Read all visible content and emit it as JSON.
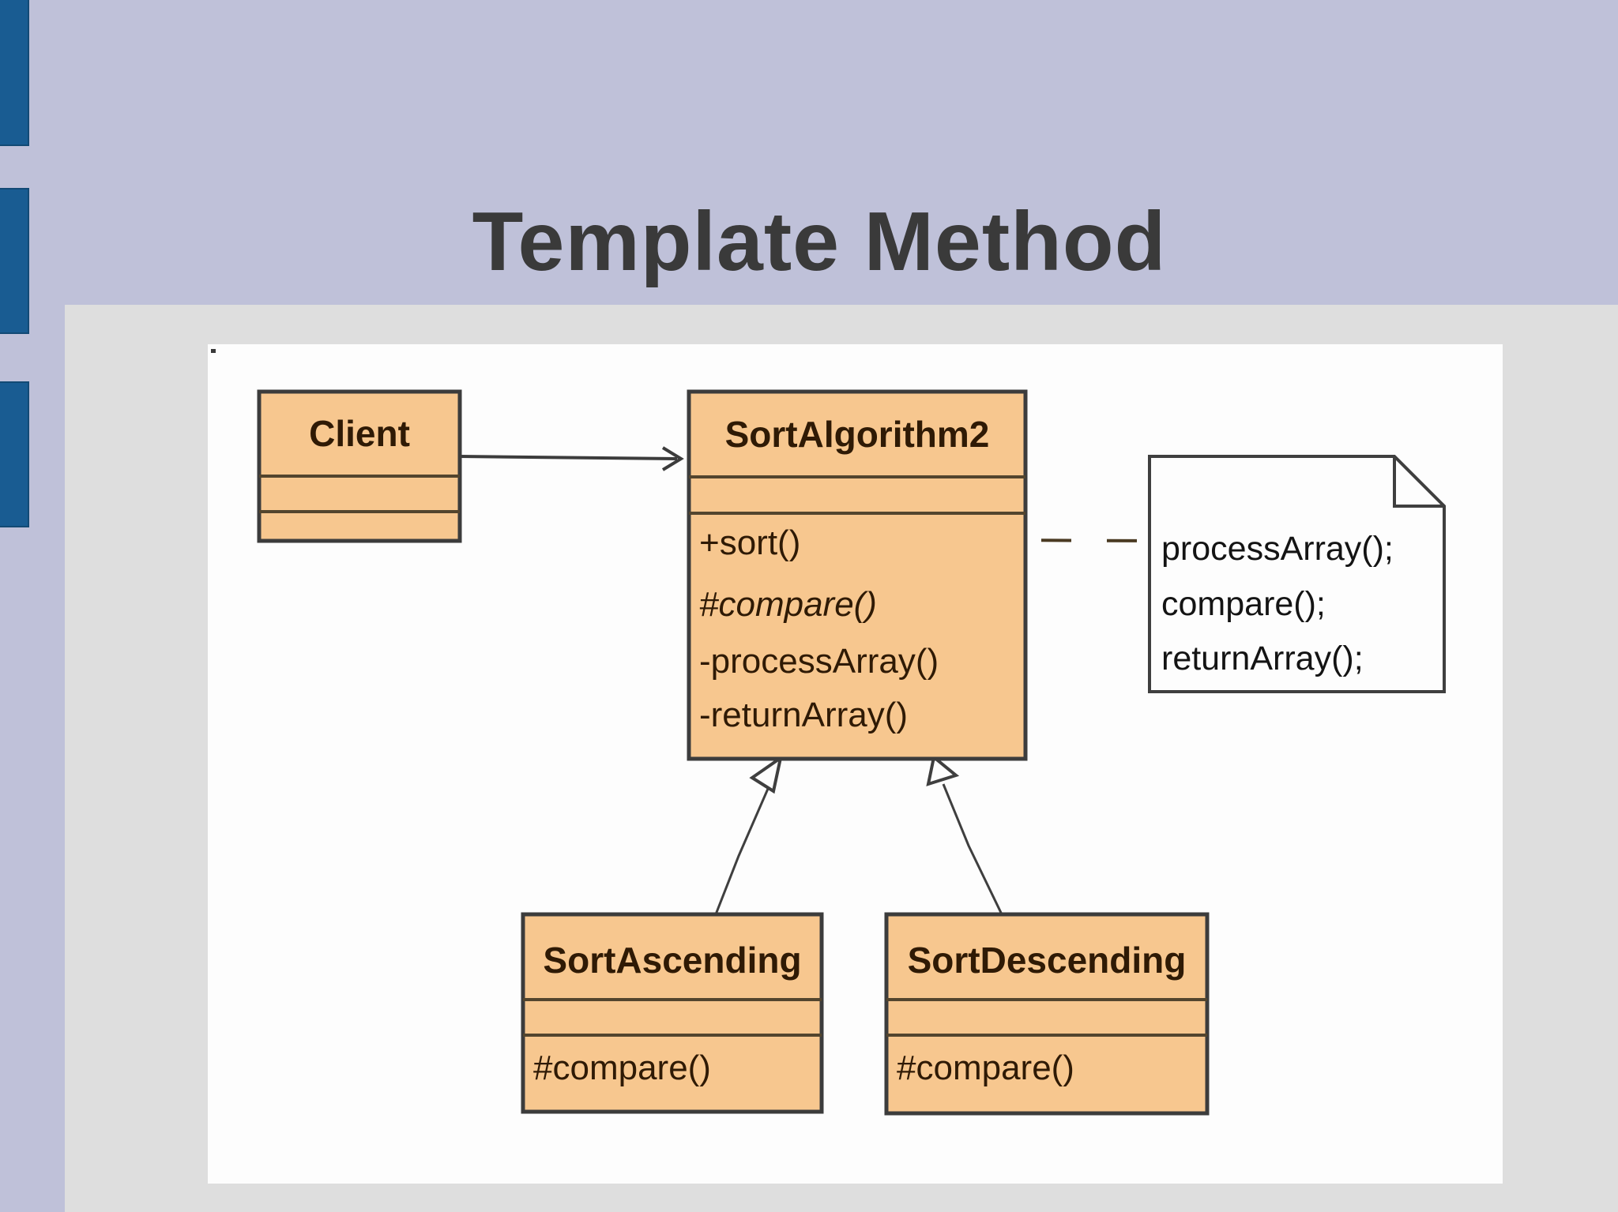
{
  "slide": {
    "title": "Template Method"
  },
  "colors": {
    "accent_blue": "#195c92",
    "band_lavender": "#bfc1d9",
    "content_gray": "#dedede",
    "panel_white": "#fdfdfd",
    "class_fill": "#f7c78f",
    "class_border": "#3c3c3c",
    "class_text": "#2f1a05",
    "note_text": "#141414",
    "title_text": "#3a3a3a"
  },
  "diagram": {
    "classes": [
      {
        "name": "Client",
        "methods": []
      },
      {
        "name": "SortAlgorithm2",
        "methods": [
          "+sort()",
          "#compare()",
          "-processArray()",
          "-returnArray()"
        ]
      },
      {
        "name": "SortAscending",
        "methods": [
          "#compare()"
        ]
      },
      {
        "name": "SortDescending",
        "methods": [
          "#compare()"
        ]
      }
    ],
    "note": {
      "lines": [
        "processArray();",
        "compare();",
        "returnArray();"
      ]
    },
    "relations": [
      {
        "type": "association",
        "from": "Client",
        "to": "SortAlgorithm2"
      },
      {
        "type": "dependency-dashed",
        "from": "SortAlgorithm2.sort()",
        "to": "note"
      },
      {
        "type": "generalization",
        "from": "SortAscending",
        "to": "SortAlgorithm2"
      },
      {
        "type": "generalization",
        "from": "SortDescending",
        "to": "SortAlgorithm2"
      }
    ]
  }
}
